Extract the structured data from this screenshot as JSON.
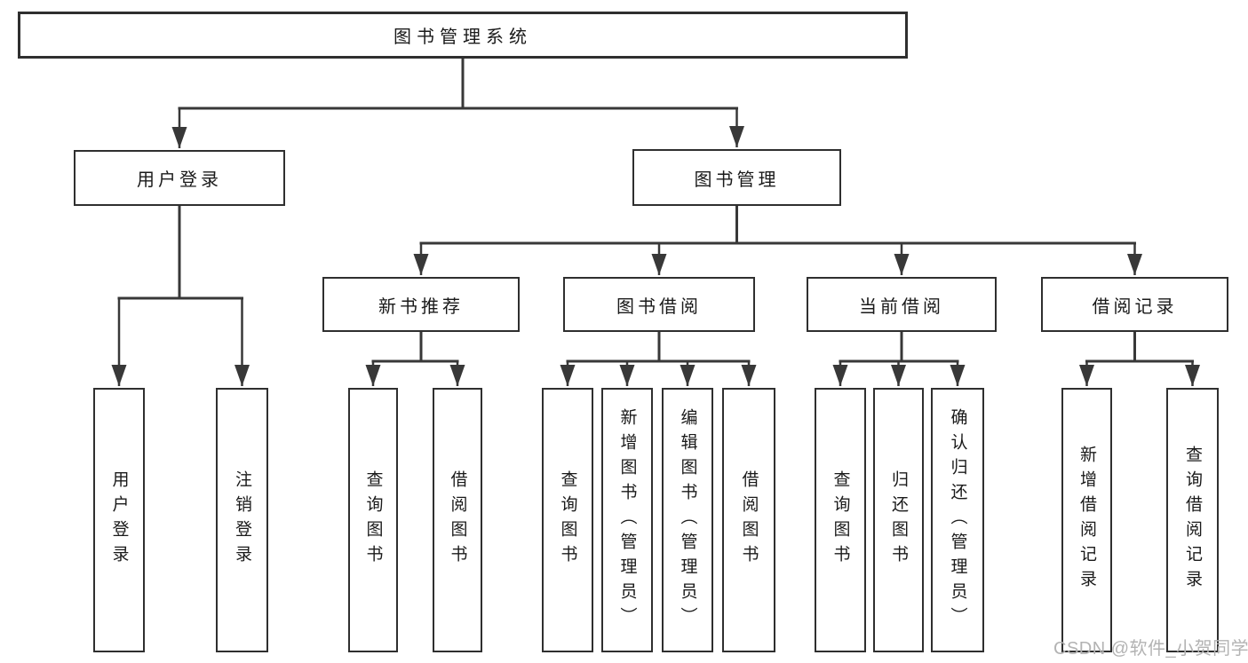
{
  "diagram": {
    "root": {
      "label": "图书管理系统"
    },
    "level2": [
      {
        "label": "用户登录"
      },
      {
        "label": "图书管理"
      }
    ],
    "level3": [
      {
        "label": "新书推荐"
      },
      {
        "label": "图书借阅"
      },
      {
        "label": "当前借阅"
      },
      {
        "label": "借阅记录"
      }
    ],
    "leaves": {
      "user_login": [
        {
          "label": "用户登录"
        },
        {
          "label": "注销登录"
        }
      ],
      "new_books": [
        {
          "label": "查询图书"
        },
        {
          "label": "借阅图书"
        }
      ],
      "book_borrow": [
        {
          "label": "查询图书"
        },
        {
          "label": "新增图书（管理员）"
        },
        {
          "label": "编辑图书（管理员）"
        },
        {
          "label": "借阅图书"
        }
      ],
      "current_borrow": [
        {
          "label": "查询图书"
        },
        {
          "label": "归还图书"
        },
        {
          "label": "确认归还（管理员）"
        }
      ],
      "borrow_records": [
        {
          "label": "新增借阅记录"
        },
        {
          "label": "查询借阅记录"
        }
      ]
    }
  },
  "watermark": {
    "text": "CSDN @软件_小贺同学"
  },
  "colors": {
    "line": "#383838",
    "border": "#2f2f2f",
    "text": "#1a1a1a",
    "watermark": "#b3b3b3",
    "background": "#ffffff"
  }
}
